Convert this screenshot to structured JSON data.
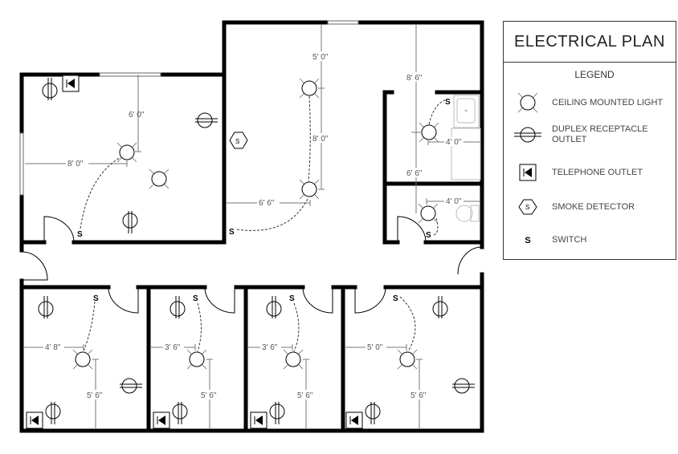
{
  "legend": {
    "title": "ELECTRICAL PLAN",
    "subtitle": "LEGEND",
    "items": [
      {
        "icon": "ceiling-light-icon",
        "label": "CEILING MOUNTED LIGHT"
      },
      {
        "icon": "duplex-outlet-icon",
        "label": "DUPLEX RECEPTACLE OUTLET"
      },
      {
        "icon": "telephone-outlet-icon",
        "label": "TELEPHONE OUTLET"
      },
      {
        "icon": "smoke-detector-icon",
        "label": "SMOKE DETECTOR"
      },
      {
        "icon": "switch-icon",
        "label": "SWITCH",
        "symbol": "S"
      }
    ]
  },
  "plan": {
    "switch_symbol": "S",
    "smoke_symbol": "S",
    "dimensions": {
      "room1_vertical": "6' 0\"",
      "room1_horizontal": "8' 0\"",
      "hall_top": "5' 0\"",
      "hall_mid": "8' 0\"",
      "hall_horizontal": "6' 6\"",
      "corridor_vertical": "8' 6\"",
      "corridor_lower": "6' 6\"",
      "bath1_horizontal": "4' 0\"",
      "bath2_horizontal": "4' 0\"",
      "office1_horizontal": "4' 8\"",
      "office1_vertical": "5' 6\"",
      "office2_horizontal": "3' 6\"",
      "office2_vertical": "5' 6\"",
      "office3_horizontal": "3' 6\"",
      "office3_vertical": "5' 6\"",
      "office4_horizontal": "5' 0\"",
      "office4_vertical": "5' 6\""
    }
  }
}
